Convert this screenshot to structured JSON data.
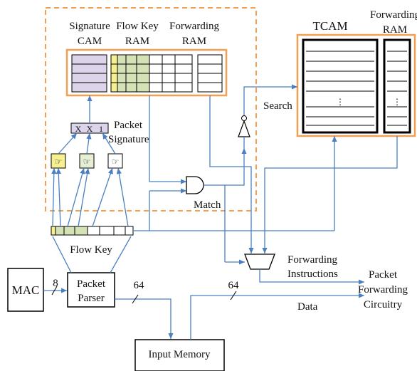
{
  "labels": {
    "signature_cam": [
      "Signature",
      "CAM"
    ],
    "flow_key_ram": [
      "Flow Key",
      "RAM"
    ],
    "forwarding_ram_inner": [
      "Forwarding",
      "RAM"
    ],
    "tcam": "TCAM",
    "forwarding_ram_outer": [
      "Forwarding",
      "RAM"
    ],
    "search": "Search",
    "packet_signature": [
      "Packet",
      "Signature"
    ],
    "signature_bits": [
      "X",
      "X",
      "1"
    ],
    "match": "Match",
    "flow_key": "Flow Key",
    "mac": "MAC",
    "packet_parser": [
      "Packet",
      "Parser"
    ],
    "input_memory": "Input Memory",
    "forwarding_instructions": [
      "Forwarding",
      "Instructions"
    ],
    "packet_forwarding_circuitry": [
      "Packet",
      "Forwarding",
      "Circuitry"
    ],
    "data": "Data",
    "bus_width_mac": "8",
    "bus_width_parser": "64",
    "bus_width_memory": "64",
    "ellipsis": "⋮"
  },
  "colors": {
    "orange": "#f0a050",
    "blue": "#4a7fc1",
    "lavender": "#dcd4ea",
    "yellow": "#f7f090",
    "green": "#d4e2b6",
    "light_green": "#e6efd4"
  }
}
